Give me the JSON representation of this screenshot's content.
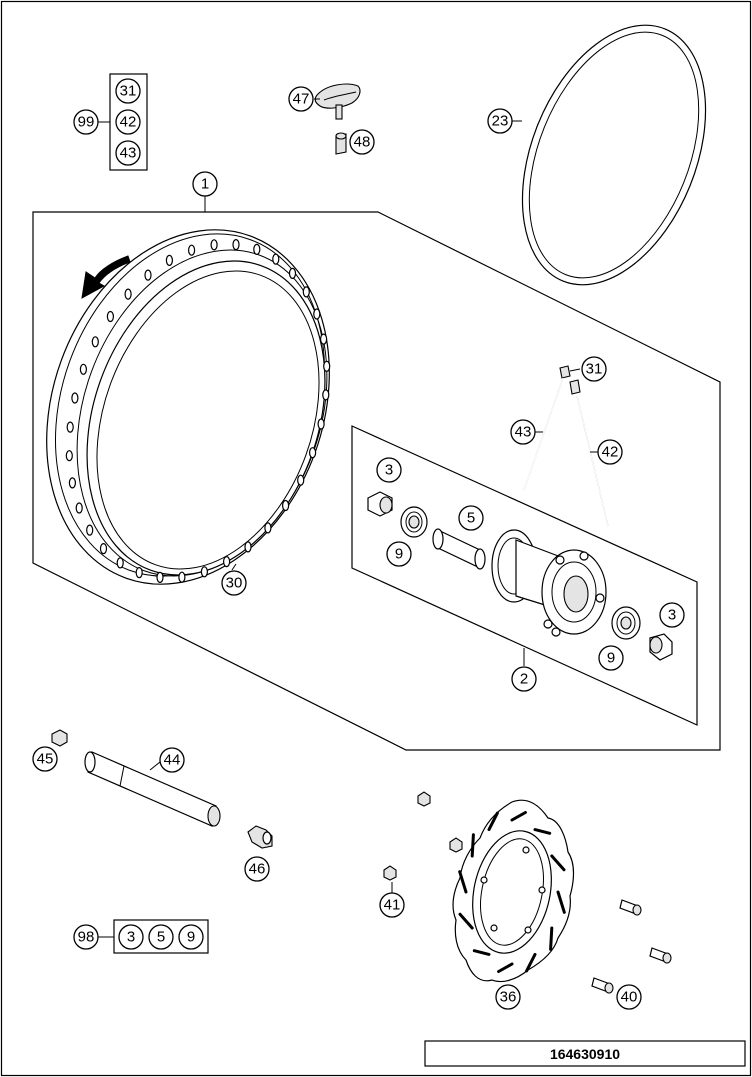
{
  "document_number": "164630910",
  "callouts": [
    {
      "id": "c-1",
      "label": "1"
    },
    {
      "id": "c-2",
      "label": "2"
    },
    {
      "id": "c-3a",
      "label": "3"
    },
    {
      "id": "c-3b",
      "label": "3"
    },
    {
      "id": "c-5",
      "label": "5"
    },
    {
      "id": "c-9a",
      "label": "9"
    },
    {
      "id": "c-9b",
      "label": "9"
    },
    {
      "id": "c-23",
      "label": "23"
    },
    {
      "id": "c-30",
      "label": "30"
    },
    {
      "id": "c-31a",
      "label": "31"
    },
    {
      "id": "c-36",
      "label": "36"
    },
    {
      "id": "c-40",
      "label": "40"
    },
    {
      "id": "c-41",
      "label": "41"
    },
    {
      "id": "c-42a",
      "label": "42"
    },
    {
      "id": "c-43a",
      "label": "43"
    },
    {
      "id": "c-44",
      "label": "44"
    },
    {
      "id": "c-45",
      "label": "45"
    },
    {
      "id": "c-46",
      "label": "46"
    },
    {
      "id": "c-47",
      "label": "47"
    },
    {
      "id": "c-48",
      "label": "48"
    }
  ],
  "kit_99": {
    "label": "99",
    "items": [
      "31",
      "42",
      "43"
    ]
  },
  "kit_98": {
    "label": "98",
    "items": [
      "3",
      "5",
      "9"
    ]
  }
}
